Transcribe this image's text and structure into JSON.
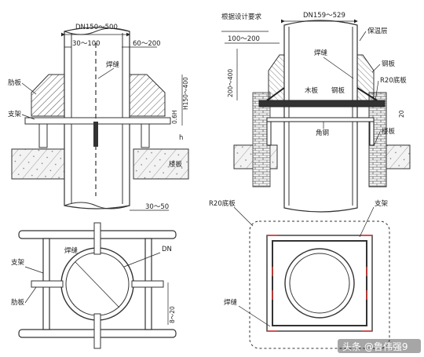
{
  "diagram": {
    "top_left": {
      "dn_range": "DN150～500",
      "dim_30_100": "30～100",
      "dim_60_200": "60～200",
      "weld": "焊缝",
      "rib": "肋板",
      "support": "支架",
      "h150_400": "H150～400",
      "h06": "0.6H",
      "h": "h",
      "floor": "楼板",
      "dim_30_50": "30～50"
    },
    "top_right": {
      "design_req": "根据设计要求",
      "dn_range": "DN159～529",
      "dim_100_200": "100～200",
      "insulation": "保温层",
      "weld": "焊缝",
      "steel_plate": "钢板",
      "r20_plate": "R20底板",
      "h200_400": "200～400",
      "wood_plate": "木板",
      "steel_plate2": "钢板",
      "dim_20": "20",
      "angle_steel": "角钢",
      "floor": "楼板"
    },
    "bottom_left": {
      "weld": "焊缝",
      "dn": "DN",
      "support": "支架",
      "rib": "肋板",
      "dim_8_20": "8～20"
    },
    "bottom_right": {
      "r20_plate": "R20底板",
      "support": "支架",
      "weld": "焊缝"
    },
    "watermark": "头条 @鲁伟强9"
  }
}
